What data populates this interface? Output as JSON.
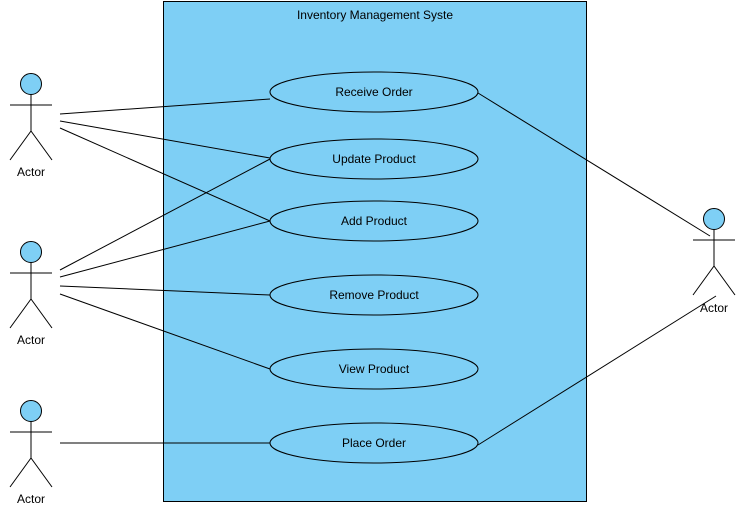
{
  "system": {
    "title": "Inventory Management Syste",
    "fill": "#7ECFF5",
    "stroke": "#000000"
  },
  "actors": [
    {
      "id": "a1",
      "label": "Actor"
    },
    {
      "id": "a2",
      "label": "Actor"
    },
    {
      "id": "a3",
      "label": "Actor"
    },
    {
      "id": "a4",
      "label": "Actor"
    }
  ],
  "use_cases": [
    {
      "id": "uc1",
      "label": "Receive Order"
    },
    {
      "id": "uc2",
      "label": "Update Product"
    },
    {
      "id": "uc3",
      "label": "Add Product"
    },
    {
      "id": "uc4",
      "label": "Remove Product"
    },
    {
      "id": "uc5",
      "label": "View Product"
    },
    {
      "id": "uc6",
      "label": "Place Order"
    }
  ],
  "associations": [
    {
      "from": "a1",
      "to": "uc1"
    },
    {
      "from": "a1",
      "to": "uc2"
    },
    {
      "from": "a1",
      "to": "uc3"
    },
    {
      "from": "a2",
      "to": "uc2"
    },
    {
      "from": "a2",
      "to": "uc3"
    },
    {
      "from": "a2",
      "to": "uc4"
    },
    {
      "from": "a2",
      "to": "uc5"
    },
    {
      "from": "a3",
      "to": "uc6"
    },
    {
      "from": "a4",
      "to": "uc1"
    },
    {
      "from": "a4",
      "to": "uc6"
    }
  ],
  "colors": {
    "actor_head": "#7ECFF5",
    "use_case_fill": "#7ECFF5",
    "line": "#000000"
  }
}
